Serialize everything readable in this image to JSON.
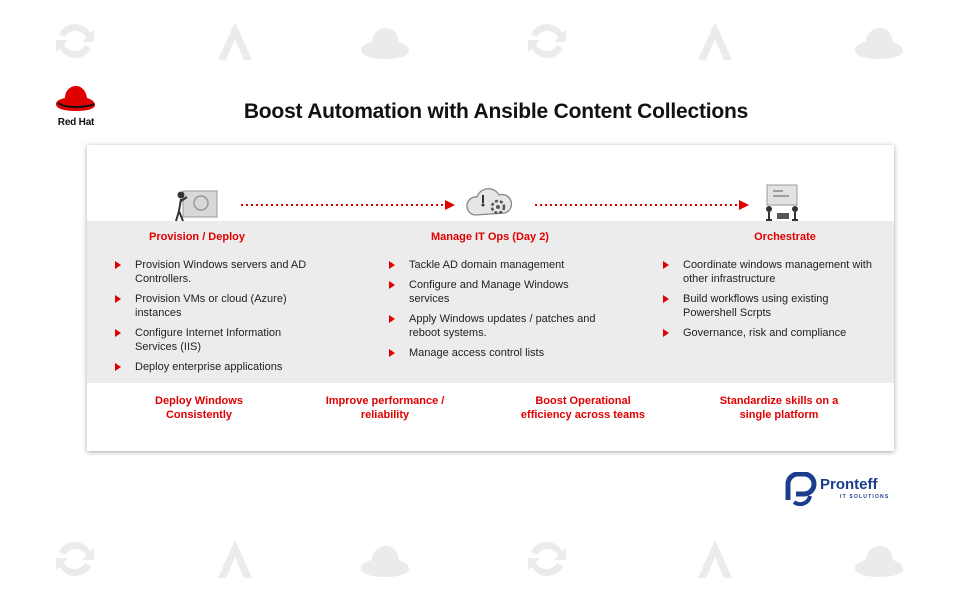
{
  "brand": {
    "redhat_name": "Red Hat",
    "pronteff_name": "Pronteff",
    "pronteff_tagline": "IT SOLUTIONS",
    "red": "#e00000",
    "navy": "#1c3d8c"
  },
  "title": "Boost Automation with Ansible Content Collections",
  "stages": [
    {
      "title": "Provision / Deploy",
      "icon": "person-presenting-icon",
      "items": [
        "Provision Windows servers and AD Controllers.",
        "Provision VMs or cloud (Azure) instances",
        "Configure Internet Information Services (IIS)",
        "Deploy enterprise applications"
      ]
    },
    {
      "title": "Manage IT Ops (Day 2)",
      "icon": "cloud-gear-icon",
      "items": [
        "Tackle AD domain management",
        "Configure and Manage Windows services",
        "Apply Windows updates / patches and reboot systems.",
        "Manage access control lists"
      ]
    },
    {
      "title": "Orchestrate",
      "icon": "team-workflow-icon",
      "items": [
        "Coordinate windows management with other infrastructure",
        "Build workflows using existing Powershell Scrpts",
        "Governance, risk and compliance"
      ]
    }
  ],
  "benefits": [
    "Deploy Windows Consistently",
    "Improve performance / reliability",
    "Boost Operational efficiency across teams",
    "Standardize skills on a single platform"
  ]
}
